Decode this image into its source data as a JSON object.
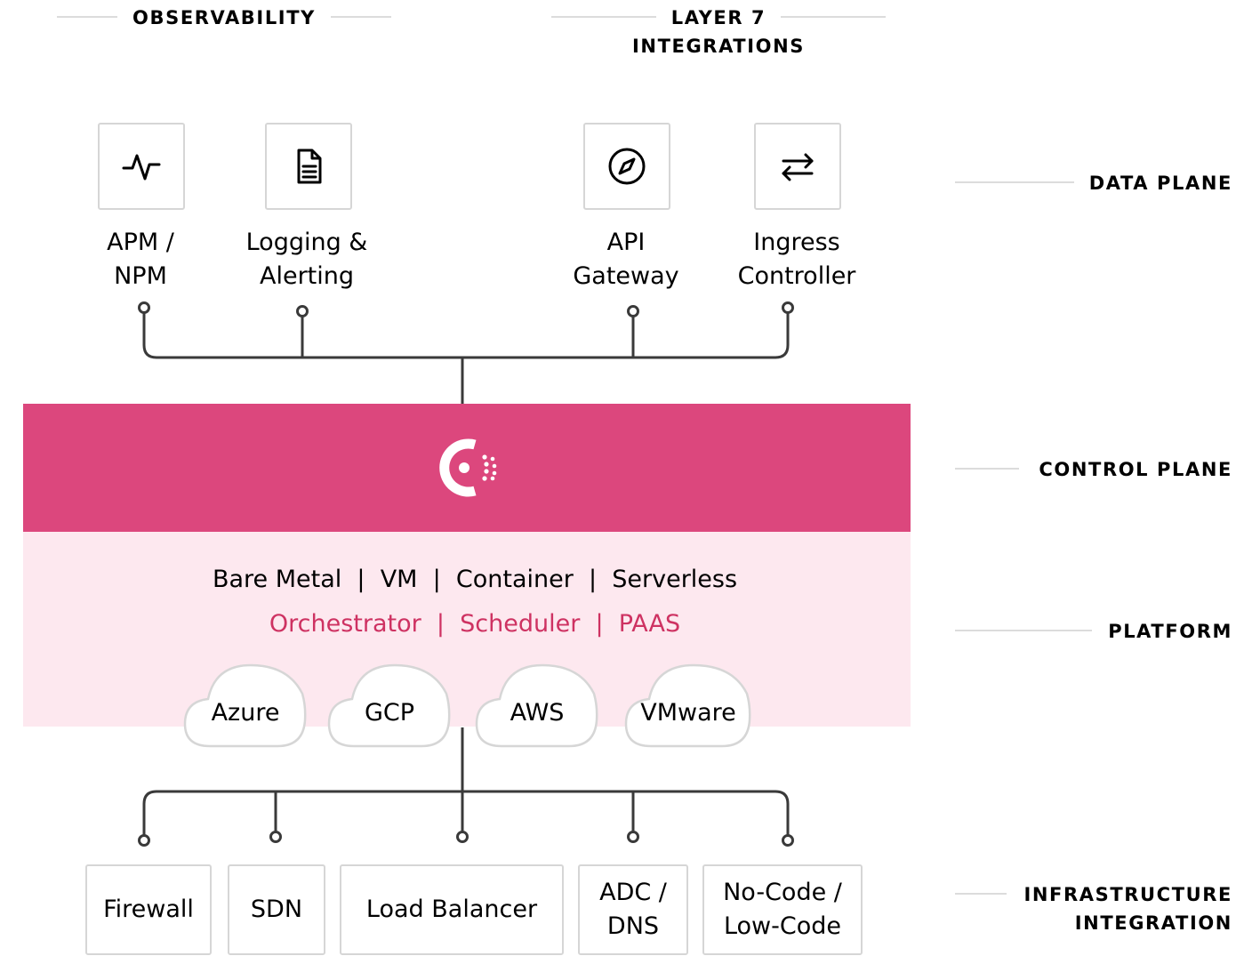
{
  "headers": {
    "observability": "OBSERVABILITY",
    "layer7": "LAYER 7\nINTEGRATIONS"
  },
  "data_plane_items": [
    {
      "label": "APM /\nNPM",
      "icon": "activity-icon"
    },
    {
      "label": "Logging &\nAlerting",
      "icon": "document-icon"
    },
    {
      "label": "API\nGateway",
      "icon": "compass-icon"
    },
    {
      "label": "Ingress\nController",
      "icon": "swap-arrows-icon"
    }
  ],
  "right_labels": {
    "data_plane": "DATA PLANE",
    "control_plane": "CONTROL PLANE",
    "platform": "PLATFORM",
    "infrastructure": "INFRASTRUCTURE\nINTEGRATION"
  },
  "platform": {
    "types": "Bare Metal  |  VM  |  Container  |  Serverless",
    "orchestration": "Orchestrator  |  Scheduler  |  PAAS",
    "clouds": [
      "Azure",
      "GCP",
      "AWS",
      "VMware"
    ]
  },
  "infrastructure_items": [
    "Firewall",
    "SDN",
    "Load Balancer",
    "ADC /\nDNS",
    "No-Code /\nLow-Code"
  ],
  "colors": {
    "control_band": "#dc477d",
    "platform_band": "#fde8ef",
    "accent_text": "#ce3262",
    "connector": "#3a3a3a",
    "box_border": "#d6d6d6"
  },
  "logo": "consul-logo-icon"
}
